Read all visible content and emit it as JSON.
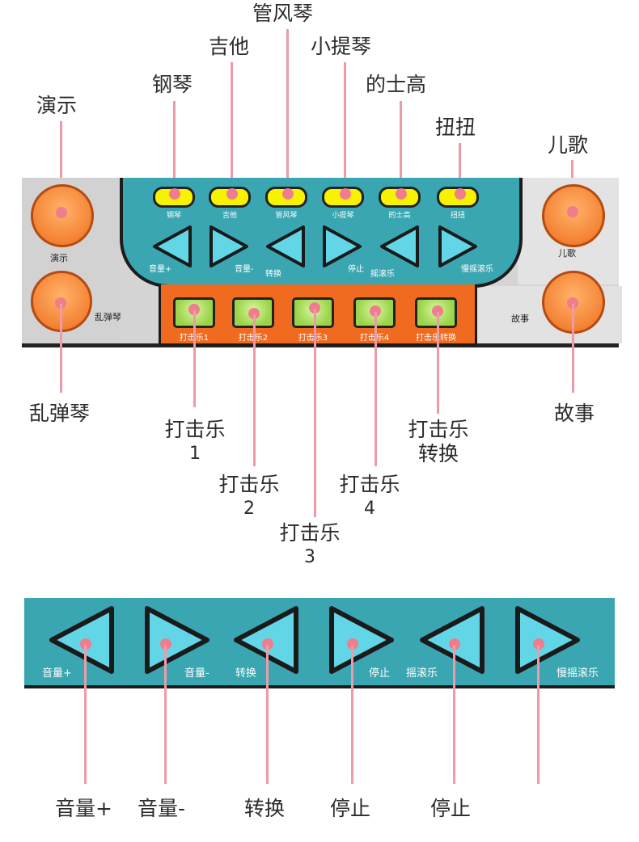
{
  "top_callouts": {
    "yanshi": "演示",
    "gangqin": "钢琴",
    "jita": "吉他",
    "guanfengqin": "管风琴",
    "xiaotiqin": "小提琴",
    "dishigao": "的士高",
    "niuniu": "扭扭",
    "erge": "儿歌"
  },
  "panel": {
    "top_row_labels": [
      "钢琴",
      "吉他",
      "管风琴",
      "小提琴",
      "的士高",
      "扭扭"
    ],
    "left_buttons": [
      "演示",
      "乱弹琴"
    ],
    "right_buttons": [
      "儿歌",
      "故事"
    ],
    "arrow_labels": [
      "音量+",
      "音量-",
      "转换",
      "停止",
      "摇滚乐",
      "慢摇滚乐"
    ],
    "drum_labels": [
      "打击乐1",
      "打击乐2",
      "打击乐3",
      "打击乐4",
      "打击乐转换"
    ]
  },
  "mid_callouts": {
    "luantanqin": "乱弹琴",
    "gushi": "故事",
    "drum1_a": "打击乐",
    "drum1_b": "1",
    "drum2_a": "打击乐",
    "drum2_b": "2",
    "drum3_a": "打击乐",
    "drum3_b": "3",
    "drum4_a": "打击乐",
    "drum4_b": "4",
    "drumsw_a": "打击乐",
    "drumsw_b": "转换"
  },
  "zoom_panel": {
    "labels": [
      "音量+",
      "音量-",
      "转换",
      "停止",
      "摇滚乐",
      "慢摇滚乐"
    ]
  },
  "bottom_callouts": [
    "音量+",
    "音量-",
    "转换",
    "停止",
    "停止"
  ],
  "colors": {
    "teal": "#3aa6b2",
    "yellow": "#f7f200",
    "orange": "#f48234",
    "green": "#9bd44a",
    "pink_line": "#ef9aa8",
    "arrow_fill": "#62d6e6"
  }
}
